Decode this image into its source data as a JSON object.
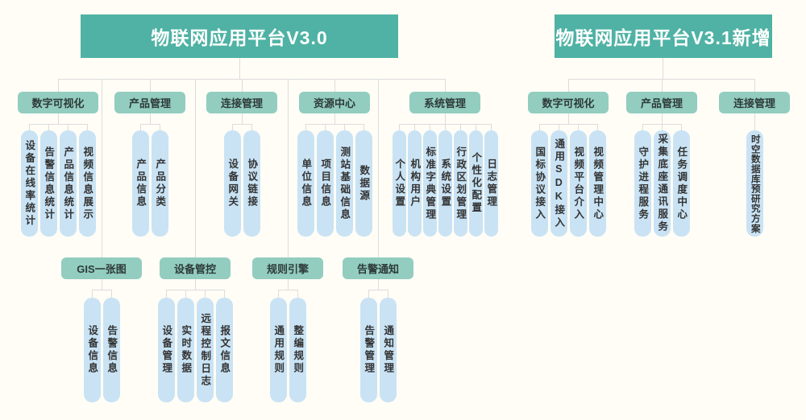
{
  "colors": {
    "header_teal": "#4fb2a4",
    "category_teal": "#92cdc0",
    "pill_blue": "#c9e3f4",
    "connector_gray": "#dcdcdc",
    "background": "#fffdf6"
  },
  "v30": {
    "title": "物联网应用平台V3.0",
    "categories": [
      {
        "label": "数字可视化",
        "children": [
          "设备在线率统计",
          "告警信息统计",
          "产品信息统计",
          "视频信息展示"
        ]
      },
      {
        "label": "产品管理",
        "children": [
          "产品信息",
          "产品分类"
        ]
      },
      {
        "label": "连接管理",
        "children": [
          "设备网关",
          "协议链接"
        ]
      },
      {
        "label": "资源中心",
        "children": [
          "单位信息",
          "项目信息",
          "测站基础信息",
          "数据源"
        ]
      },
      {
        "label": "系统管理",
        "children": [
          "个人设置",
          "机构用户",
          "标准字典管理",
          "系统设置",
          "行政区划管理",
          "个性化配置",
          "日志管理"
        ]
      }
    ],
    "subcategories": [
      {
        "label": "GIS一张图",
        "children": [
          "设备信息",
          "告警信息"
        ]
      },
      {
        "label": "设备管控",
        "children": [
          "设备管理",
          "实时数据",
          "远程控制日志",
          "报文信息"
        ]
      },
      {
        "label": "规则引擎",
        "children": [
          "通用规则",
          "整编规则"
        ]
      },
      {
        "label": "告警通知",
        "children": [
          "告警管理",
          "通知管理"
        ]
      }
    ]
  },
  "v31": {
    "title": "物联网应用平台V3.1新增",
    "categories": [
      {
        "label": "数字可视化",
        "children": [
          "国标协议接入",
          "通用SDK接入",
          "视频平台介入",
          "视频管理中心"
        ]
      },
      {
        "label": "产品管理",
        "children": [
          "守护进程服务",
          "采集底座通讯服务",
          "任务调度中心"
        ]
      },
      {
        "label": "连接管理",
        "children": [
          "时空数据库预研究方案"
        ]
      }
    ]
  }
}
